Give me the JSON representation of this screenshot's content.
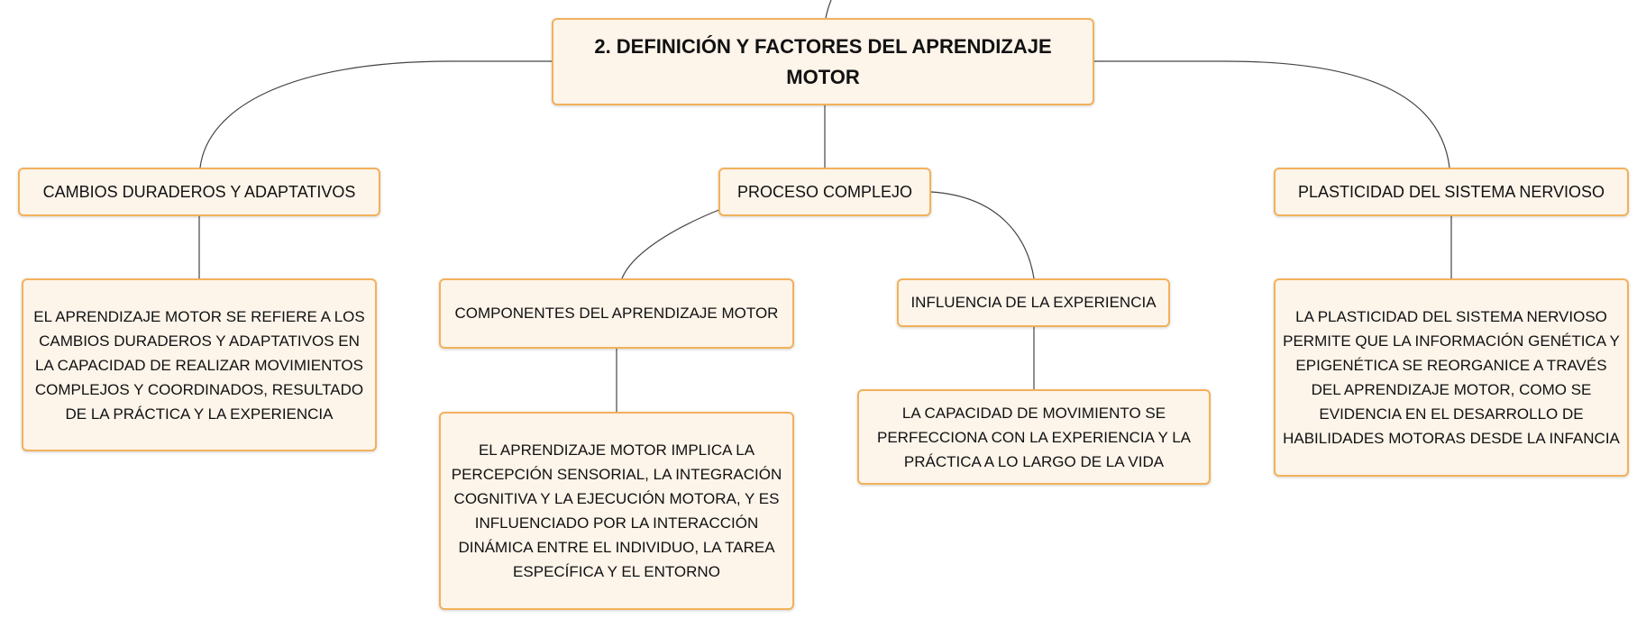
{
  "map": {
    "root": "2. DEFINICIÓN Y FACTORES DEL APRENDIZAJE MOTOR",
    "branches": {
      "cambios": {
        "label": "CAMBIOS DURADEROS Y ADAPTATIVOS",
        "detail": "EL APRENDIZAJE MOTOR SE REFIERE A LOS CAMBIOS DURADEROS Y ADAPTATIVOS EN LA CAPACIDAD DE REALIZAR MOVIMIENTOS COMPLEJOS Y COORDINADOS, RESULTADO DE LA PRÁCTICA Y LA EXPERIENCIA"
      },
      "proceso": {
        "label": "PROCESO COMPLEJO",
        "componentes": {
          "label": "COMPONENTES DEL APRENDIZAJE MOTOR",
          "detail": "EL APRENDIZAJE MOTOR IMPLICA LA PERCEPCIÓN SENSORIAL, LA INTEGRACIÓN COGNITIVA Y LA EJECUCIÓN MOTORA, Y ES INFLUENCIADO POR LA INTERACCIÓN DINÁMICA ENTRE EL INDIVIDUO, LA TAREA ESPECÍFICA Y EL ENTORNO"
        },
        "influencia": {
          "label": "INFLUENCIA DE LA EXPERIENCIA",
          "detail": "LA CAPACIDAD DE MOVIMIENTO SE PERFECCIONA CON LA EXPERIENCIA Y LA PRÁCTICA A LO LARGO DE LA VIDA"
        }
      },
      "plasticidad": {
        "label": "PLASTICIDAD DEL SISTEMA NERVIOSO",
        "detail": "LA PLASTICIDAD DEL SISTEMA NERVIOSO PERMITE QUE LA INFORMACIÓN GENÉTICA Y EPIGENÉTICA SE REORGANICE A TRAVÉS DEL APRENDIZAJE MOTOR, COMO SE EVIDENCIA EN EL DESARROLLO DE HABILIDADES MOTORAS DESDE LA INFANCIA"
      }
    }
  }
}
